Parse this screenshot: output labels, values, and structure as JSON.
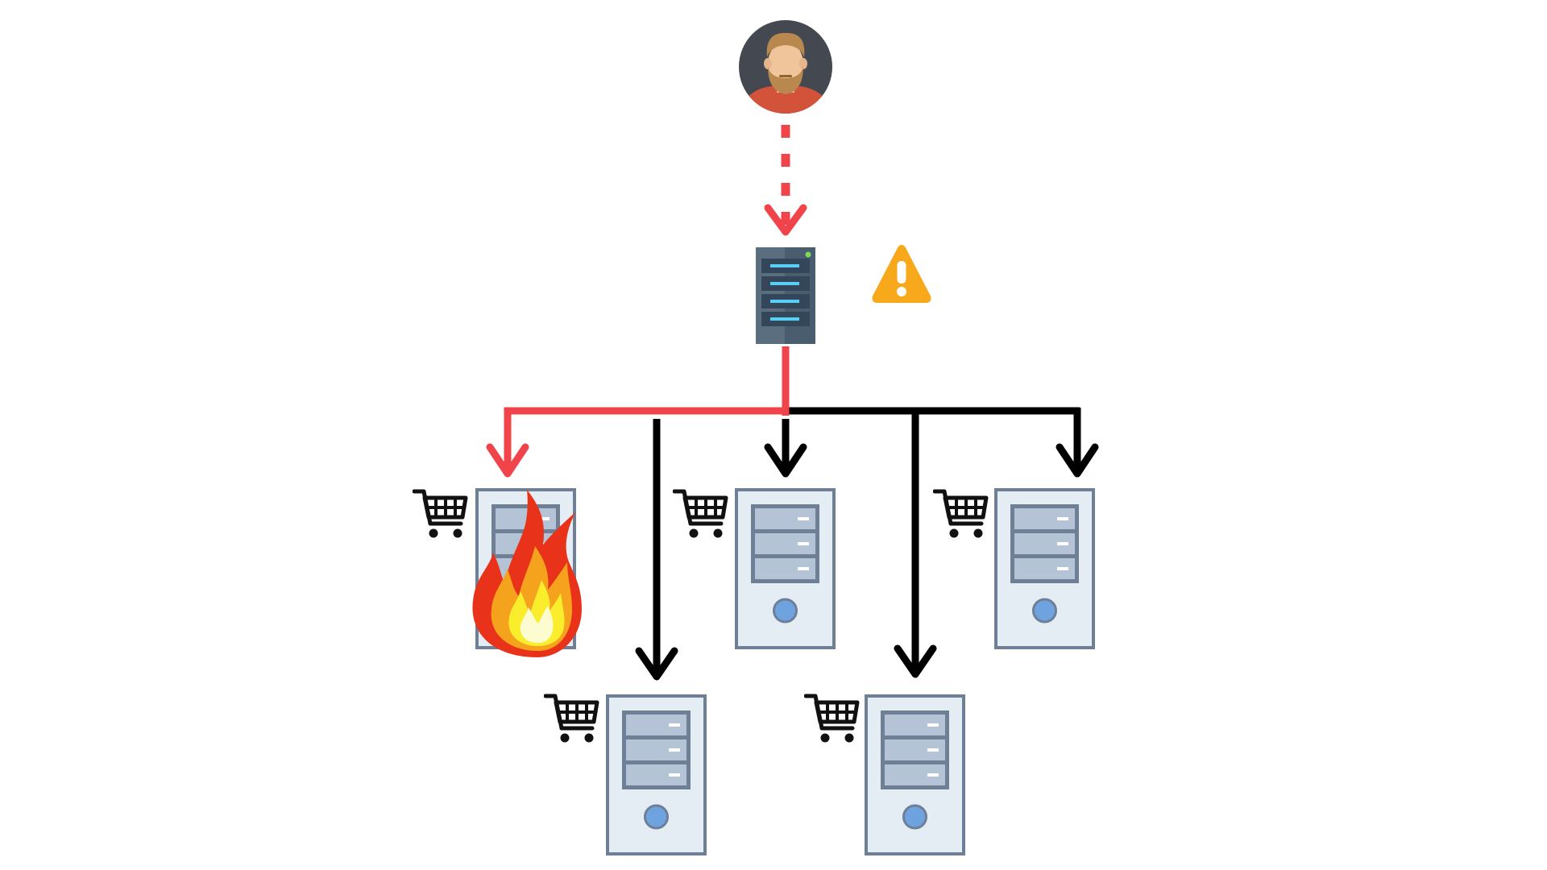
{
  "diagram": {
    "nodes": [
      {
        "id": "user",
        "kind": "user-avatar",
        "icon": "bearded-man-avatar-icon"
      },
      {
        "id": "load-balancer",
        "kind": "rack-server",
        "icon": "rack-server-icon",
        "badge": "warning-triangle-icon"
      },
      {
        "id": "shop-server-1",
        "kind": "tower-server",
        "icon": "tower-server-icon",
        "tag": "shopping-cart-icon",
        "status": "on-fire"
      },
      {
        "id": "shop-server-2",
        "kind": "tower-server",
        "icon": "tower-server-icon",
        "tag": "shopping-cart-icon",
        "status": "ok"
      },
      {
        "id": "shop-server-3",
        "kind": "tower-server",
        "icon": "tower-server-icon",
        "tag": "shopping-cart-icon",
        "status": "ok"
      },
      {
        "id": "shop-server-4",
        "kind": "tower-server",
        "icon": "tower-server-icon",
        "tag": "shopping-cart-icon",
        "status": "ok"
      },
      {
        "id": "shop-server-5",
        "kind": "tower-server",
        "icon": "tower-server-icon",
        "tag": "shopping-cart-icon",
        "status": "ok"
      }
    ],
    "edges": [
      {
        "from": "user",
        "to": "load-balancer",
        "style": "dashed",
        "color": "#f0444a"
      },
      {
        "from": "load-balancer",
        "to": "shop-server-1",
        "style": "solid",
        "color": "#f0444a"
      },
      {
        "from": "load-balancer",
        "to": "shop-server-2",
        "style": "solid",
        "color": "#000000"
      },
      {
        "from": "load-balancer",
        "to": "shop-server-3",
        "style": "solid",
        "color": "#000000"
      },
      {
        "from": "load-balancer",
        "to": "shop-server-4",
        "style": "solid",
        "color": "#000000"
      },
      {
        "from": "load-balancer",
        "to": "shop-server-5",
        "style": "solid",
        "color": "#000000"
      }
    ],
    "colors": {
      "alert": "#f0444a",
      "warning": "#f7a81b",
      "server_face": "#e4ecf4",
      "server_border": "#6e7f96",
      "drive_bay": "#b4c3d6",
      "power_button": "#6fa3e0",
      "rack_dark": "#4a5d6e",
      "rack_light": "#56d1f5"
    }
  }
}
